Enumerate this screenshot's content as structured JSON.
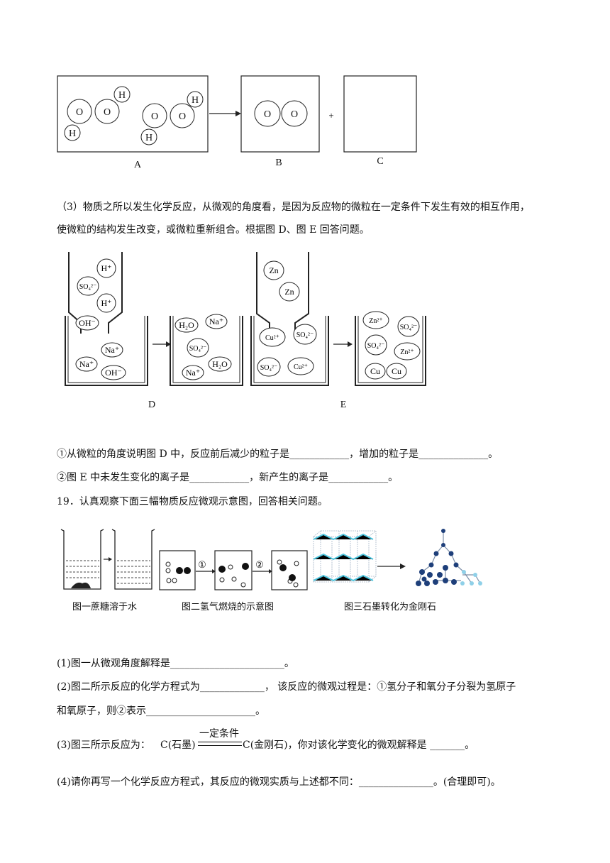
{
  "fig1": {
    "labels": {
      "a": "A",
      "b": "B",
      "c": "C"
    },
    "plus": "+",
    "atoms": {
      "o": "O",
      "h": "H"
    }
  },
  "para3": {
    "line1": "（3）物质之所以发生化学反应，从微观的角度看，是因为反应物的微粒在一定条件下发生有效的相互作用，",
    "line2": "使微粒的结构发生改变，或微粒重新组合。根据图 D、图 E 回答问题。"
  },
  "fig2": {
    "label_d": "D",
    "label_e": "E",
    "particles": {
      "h_plus": "H⁺",
      "so4": "SO₄²⁻",
      "oh": "OH⁻",
      "na": "Na⁺",
      "h2o": "H₂O",
      "zn": "Zn",
      "cu2": "Cu²⁺",
      "zn2": "Zn²⁺",
      "cu": "Cu"
    }
  },
  "q_d": "①从微粒的角度说明图 D 中，反应前后减少的粒子是____________，增加的粒子是______________。",
  "q_e": "②图 E 中未发生变化的离子是____________，新产生的离子是____________。",
  "q19": "19．认真观察下面三幅物质反应微观示意图，回答相关问题。",
  "fig3": {
    "cap1": "图一蔗糖溶于水",
    "cap2": "图二氢气燃烧的示意图",
    "cap3": "图三石墨转化为金刚石",
    "step1": "①",
    "step2": "②"
  },
  "q1": "(1)图一从微观角度解释是_______________________。",
  "q2_line1": "(2)图二所示反应的化学方程式为_____________，  该反应的微观过程是：①氢分子和氧分子分裂为氢原子",
  "q2_line2": "和氧原子，则②表示______________________。",
  "q3": {
    "prefix": "(3)图三所示反应为：",
    "left": "C(石墨)",
    "condition": "一定条件",
    "right": "C(金刚石)，你对该化学变化的微观解释是 _______。"
  },
  "q4": "(4)请你再写一个化学反应方程式，其反应的微观实质与上述都不同：_______________。(合理即可)。"
}
